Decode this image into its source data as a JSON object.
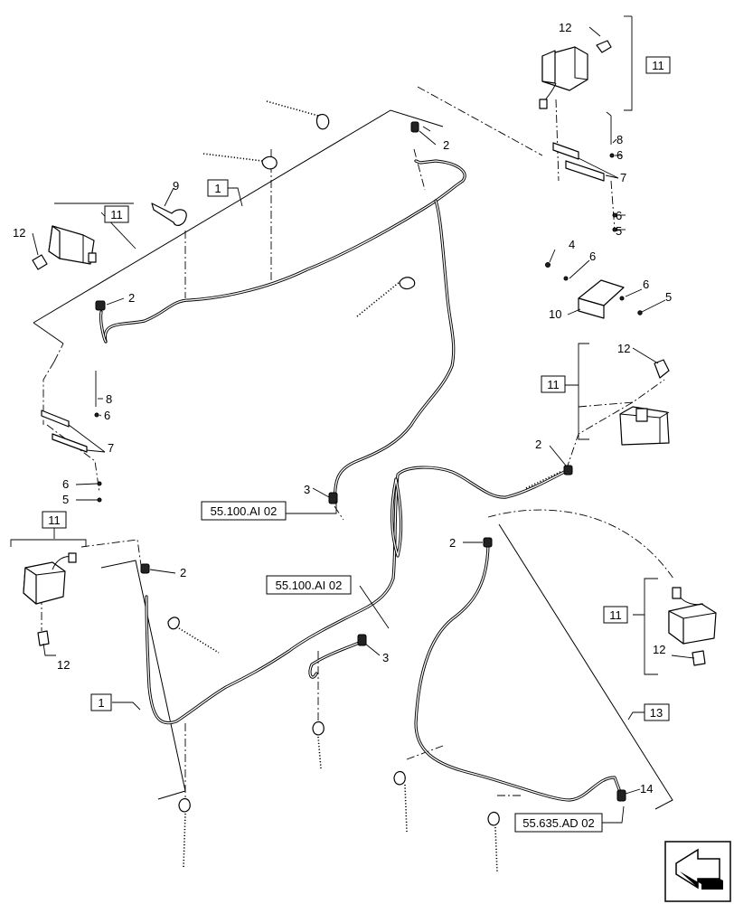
{
  "callouts": {
    "c1a": "1",
    "c1b": "1",
    "c2a": "2",
    "c2b": "2",
    "c2c": "2",
    "c2d": "2",
    "c2e": "2",
    "c3a": "3",
    "c3b": "3",
    "c4": "4",
    "c5a": "5",
    "c5b": "5",
    "c5c": "5",
    "c6a": "6",
    "c6b": "6",
    "c6c": "6",
    "c6d": "6",
    "c6e": "6",
    "c6f": "6",
    "c7a": "7",
    "c7b": "7",
    "c8a": "8",
    "c8b": "8",
    "c9": "9",
    "c10": "10",
    "c11a": "11",
    "c11b": "11",
    "c11c": "11",
    "c11d": "11",
    "c11e": "11",
    "c12a": "12",
    "c12b": "12",
    "c12c": "12",
    "c12d": "12",
    "c12e": "12",
    "c13": "13",
    "c14": "14"
  },
  "references": {
    "ref_a": "55.100.AI 02",
    "ref_b": "55.100.AI 02",
    "ref_c": "55.635.AD 02"
  },
  "nav_icon": "next-page-arrow-icon"
}
